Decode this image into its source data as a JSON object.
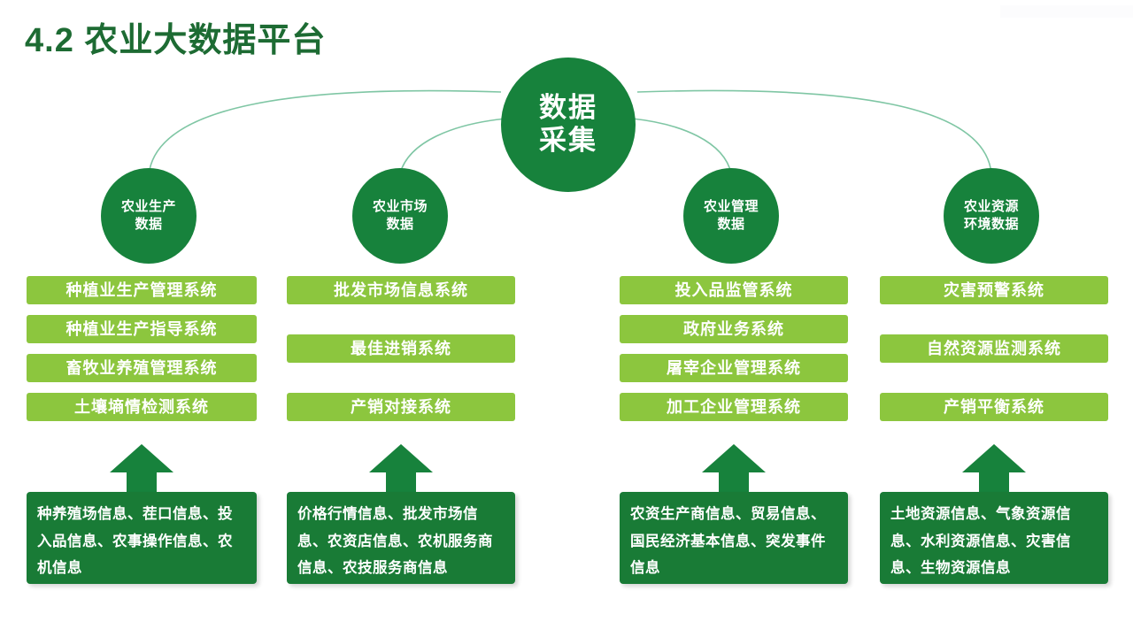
{
  "slide": {
    "title": "4.2 农业大数据平台",
    "title_color": "#1d6b33",
    "background": "#ffffff"
  },
  "colors": {
    "dark_green": "#17823c",
    "light_green": "#8cc63e",
    "source_box_green": "#197b36",
    "connector_line": "#7fc6a4",
    "text_white": "#ffffff"
  },
  "hub": {
    "name": "数据采集",
    "line1": "数据",
    "line2": "采集"
  },
  "columns": [
    {
      "circle": {
        "line1": "农业生产",
        "line2": "数据"
      },
      "items": [
        "种植业生产管理系统",
        "种植业生产指导系统",
        "畜牧业养殖管理系统",
        "土壤墒情检测系统"
      ],
      "arrow_icon": "up-arrow-icon",
      "source": "种养殖场信息、茬口信息、投入品信息、农事操作信息、农机信息"
    },
    {
      "circle": {
        "line1": "农业市场",
        "line2": "数据"
      },
      "items": [
        "批发市场信息系统",
        "最佳进销系统",
        "产销对接系统"
      ],
      "arrow_icon": "up-arrow-icon",
      "source": "价格行情信息、批发市场信息、农资店信息、农机服务商信息、农技服务商信息"
    },
    {
      "circle": {
        "line1": "农业管理",
        "line2": "数据"
      },
      "items": [
        "投入品监管系统",
        "政府业务系统",
        "屠宰企业管理系统",
        "加工企业管理系统"
      ],
      "arrow_icon": "up-arrow-icon",
      "source": "农资生产商信息、贸易信息、国民经济基本信息、突发事件信息"
    },
    {
      "circle": {
        "line1": "农业资源",
        "line2": "环境数据"
      },
      "items": [
        "灾害预警系统",
        "自然资源监测系统",
        "产销平衡系统"
      ],
      "arrow_icon": "up-arrow-icon",
      "source": "土地资源信息、气象资源信息、水利资源信息、灾害信息、生物资源信息"
    }
  ]
}
